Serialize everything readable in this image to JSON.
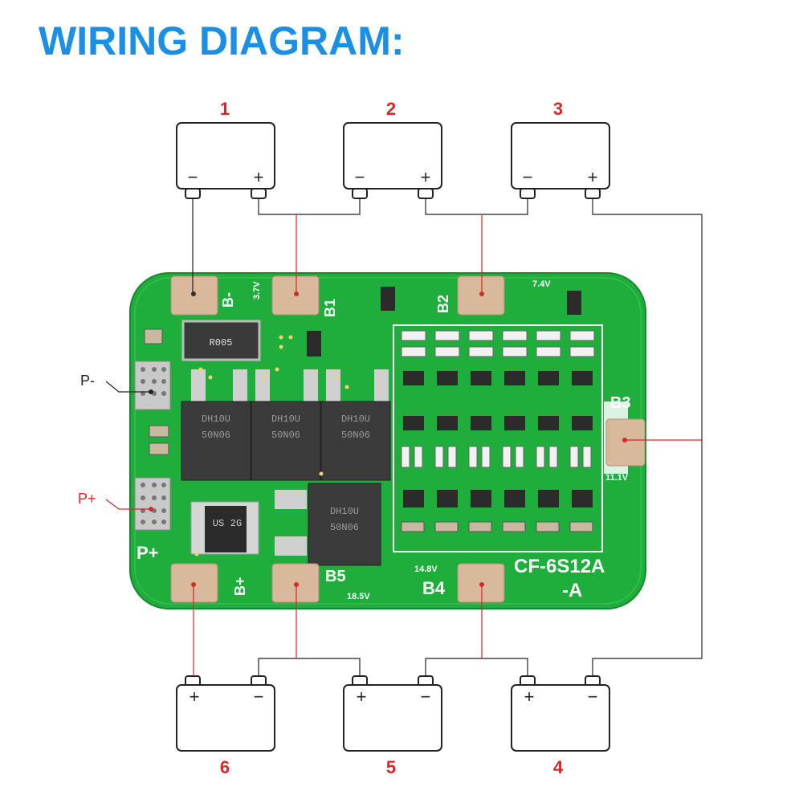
{
  "title": "WIRING DIAGRAM:",
  "colors": {
    "title": "#1a8fe3",
    "numbers": "#d8262b",
    "wire": "#222222",
    "red_wire": "#d8262b",
    "pcb": "#1fae3c",
    "pad": "#d9b99b"
  },
  "batteries": [
    {
      "number": "1",
      "neg": "−",
      "pos": "+"
    },
    {
      "number": "2",
      "neg": "−",
      "pos": "+"
    },
    {
      "number": "3",
      "neg": "−",
      "pos": "+"
    },
    {
      "number": "6",
      "neg": "−",
      "pos": "+"
    },
    {
      "number": "5",
      "neg": "−",
      "pos": "+"
    },
    {
      "number": "4",
      "neg": "−",
      "pos": "+"
    }
  ],
  "board": {
    "model": "CF-6S12A",
    "model_suffix": "-A",
    "pad_labels": {
      "b_minus": "B-",
      "b1": "B1",
      "b2": "B2",
      "b3": "B3",
      "b4": "B4",
      "b5": "B5",
      "b_plus": "B+",
      "p_plus_silk": "P+"
    },
    "voltages": {
      "v37": "3.7V",
      "v74": "7.4V",
      "v111": "11.1V",
      "v148": "14.8V",
      "v185": "18.5V"
    },
    "chips": {
      "resistor": "R005",
      "mosfet_a": "DH10U",
      "mosfet_b": "50N06",
      "diode_a": "US",
      "diode_b": "2G"
    }
  },
  "port_labels": {
    "p_minus": "P-",
    "p_plus": "P+"
  }
}
